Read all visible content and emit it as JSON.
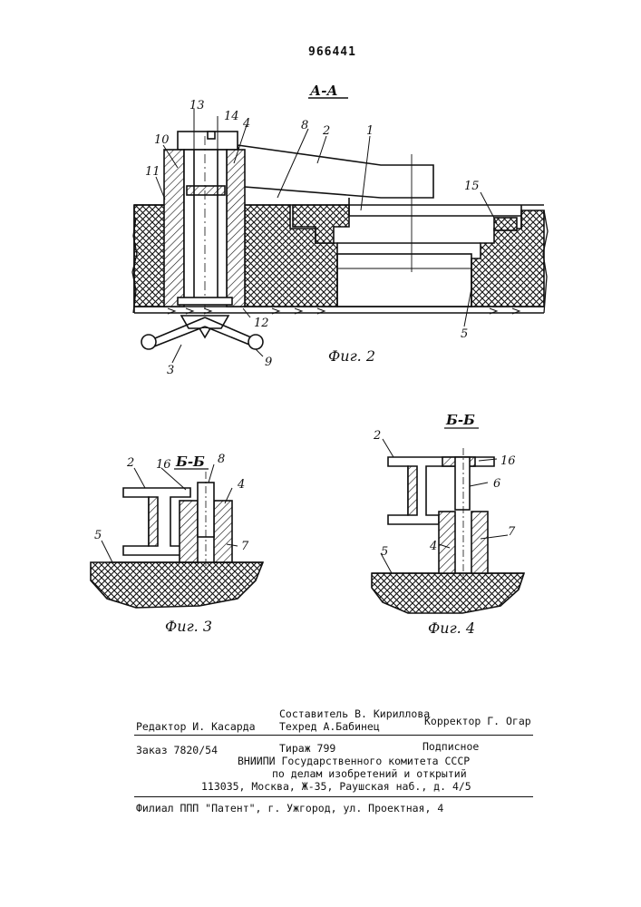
{
  "patent_number": "966441",
  "figure2": {
    "section_label": "А-А",
    "caption": "Фиг. 2",
    "callouts": [
      "13",
      "14",
      "4",
      "8",
      "2",
      "1",
      "10",
      "11",
      "15",
      "12",
      "5",
      "3",
      "9"
    ]
  },
  "figure3": {
    "section_label": "Б-Б",
    "caption": "Фиг. 3",
    "callouts": [
      "2",
      "16",
      "8",
      "4",
      "5",
      "7"
    ]
  },
  "figure4": {
    "section_label": "Б-Б",
    "caption": "Фиг. 4",
    "callouts": [
      "2",
      "16",
      "6",
      "7",
      "4",
      "5"
    ]
  },
  "imprint": {
    "compiler": "Составитель В. Кириллова",
    "editor": "Редактор И. Касарда",
    "tech_editor": "Техред А.Бабинец",
    "corrector": "Корректор Г. Огар",
    "order": "Заказ 7820/54",
    "circulation": "Тираж 799",
    "subscription": "Подписное",
    "org_line1": "ВНИИПИ Государственного комитета СССР",
    "org_line2": "по делам изобретений и открытий",
    "address": "113035, Москва, Ж-35, Раушская наб., д. 4/5",
    "branch": "Филиал ППП \"Патент\", г. Ужгород, ул. Проектная, 4"
  }
}
